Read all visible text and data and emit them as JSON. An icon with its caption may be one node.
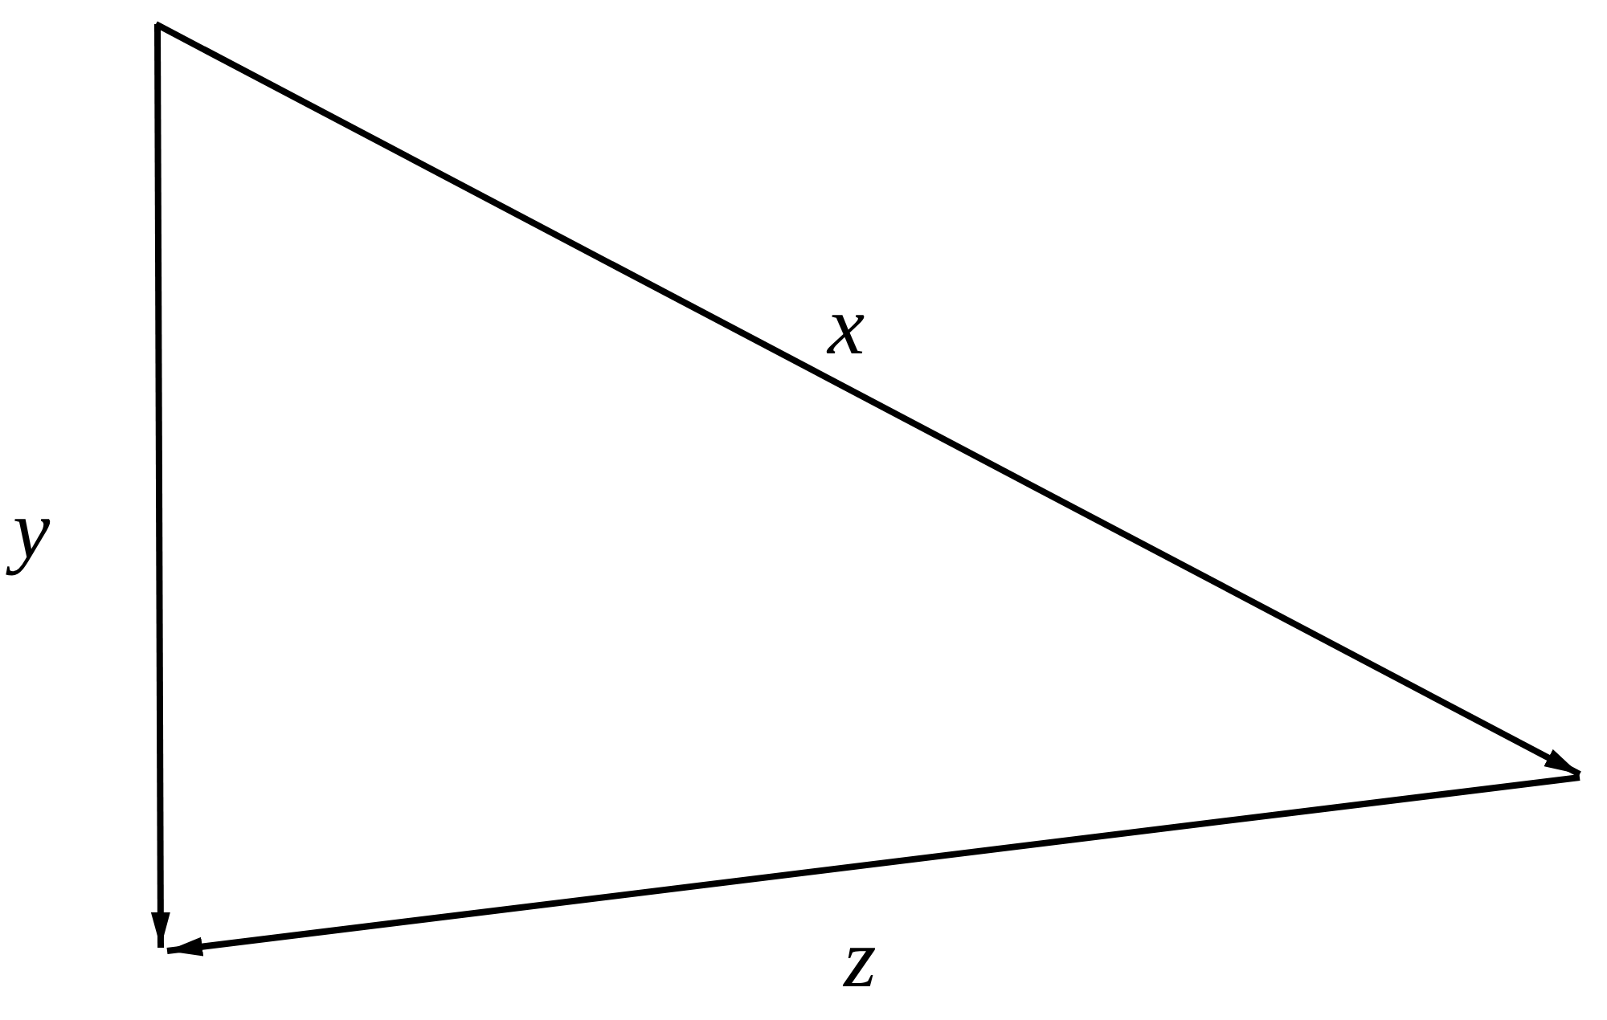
{
  "diagram": {
    "labels": [
      "x",
      "y",
      "z"
    ]
  }
}
